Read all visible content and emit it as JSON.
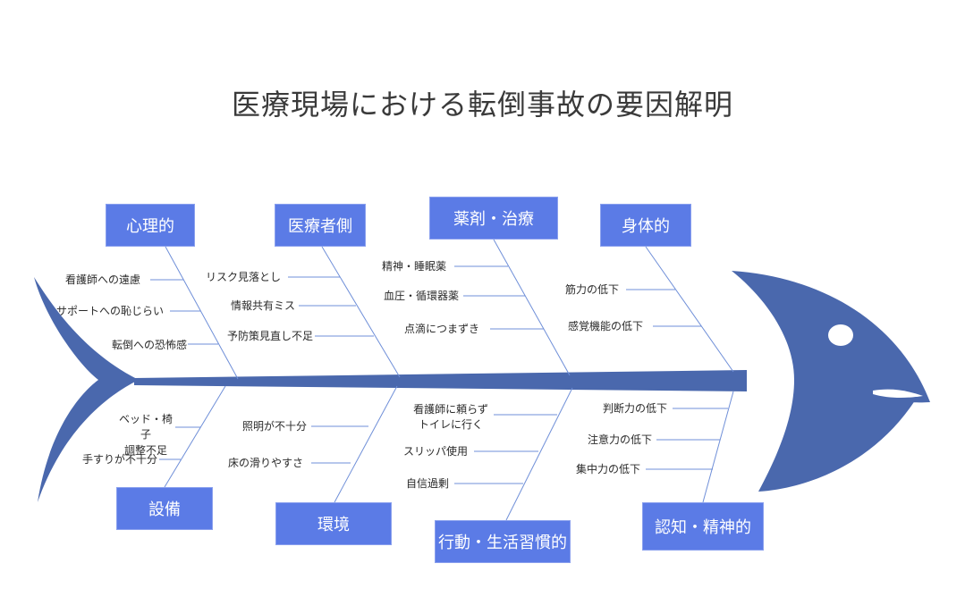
{
  "title": "医療現場における転倒事故の要因解明",
  "colors": {
    "fish": "#4a68ad",
    "box": "#5b7be6",
    "line": "#6f8fd8",
    "text": "#2a2a2a"
  },
  "categories": {
    "psych": "心理的",
    "staff": "医療者側",
    "medicine": "薬剤・治療",
    "physical": "身体的",
    "equipment": "設備",
    "environment": "環境",
    "behavior": "行動・生活習慣的",
    "cognitive": "認知・精神的"
  },
  "causes": {
    "psych": [
      "看護師への遠慮",
      "サポートへの恥じらい",
      "転倒への恐怖感"
    ],
    "staff": [
      "リスク見落とし",
      "情報共有ミス",
      "予防策見直し不足"
    ],
    "medicine": [
      "精神・睡眠薬",
      "血圧・循環器薬",
      "点滴につまずき"
    ],
    "physical": [
      "筋力の低下",
      "感覚機能の低下"
    ],
    "equipment": [
      "ベッド・椅子\n調整不足",
      "手すりが不十分"
    ],
    "environment": [
      "照明が不十分",
      "床の滑りやすさ"
    ],
    "behavior": [
      "看護師に頼らず\nトイレに行く",
      "スリッパ使用",
      "自信過剰"
    ],
    "cognitive": [
      "判断力の低下",
      "注意力の低下",
      "集中力の低下"
    ]
  }
}
